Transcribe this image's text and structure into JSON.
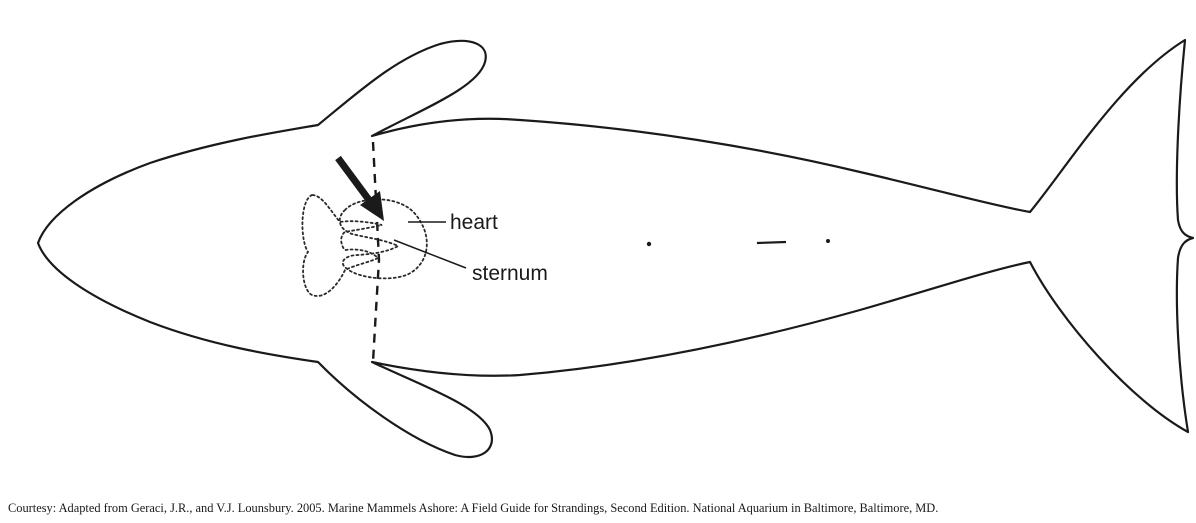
{
  "labels": {
    "heart": "heart",
    "sternum": "sternum"
  },
  "caption": "Courtesy: Adapted from Geraci, J.R., and V.J. Lounsbury. 2005. Marine Mammels Ashore: A Field Guide for Strandings, Second Edition. National Aquarium in Baltimore, Baltimore, MD.",
  "colors": {
    "line": "#1a1a1a",
    "background": "#ffffff"
  }
}
